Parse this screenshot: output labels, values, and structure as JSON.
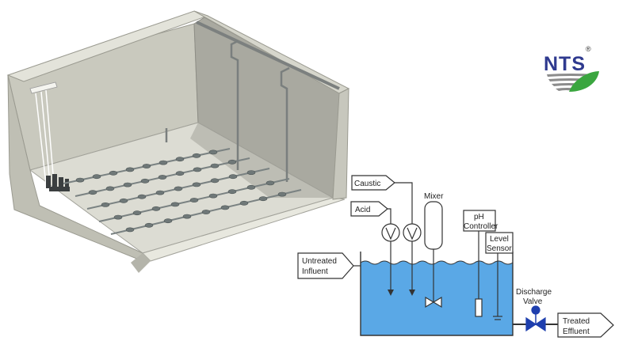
{
  "logo": {
    "text": "NTS",
    "registered_mark": "®",
    "colors": {
      "text": "#2f3a8f",
      "leaf": "#3aa63f",
      "stripes": "#8c8c8c"
    }
  },
  "process_diagram": {
    "inputs": [
      {
        "id": "caustic",
        "label": "Caustic"
      },
      {
        "id": "acid",
        "label": "Acid"
      },
      {
        "id": "influent",
        "label_lines": [
          "Untreated",
          "Influent"
        ]
      }
    ],
    "components": {
      "mixer": "Mixer",
      "ph_controller": [
        "pH",
        "Controller"
      ],
      "level_sensor": [
        "Level",
        "Sensor"
      ],
      "discharge_valve": [
        "Discharge",
        "Valve"
      ]
    },
    "output": {
      "label_lines": [
        "Treated",
        "Effluent"
      ]
    },
    "colors": {
      "water": "#5aa8e6",
      "valve": "#1e3fae",
      "lines": "#333333"
    }
  },
  "basin_illustration": {
    "colors": {
      "concrete": "#cfcfc4",
      "floor": "#d9d9d0",
      "diffuser": "#6f7878"
    }
  }
}
